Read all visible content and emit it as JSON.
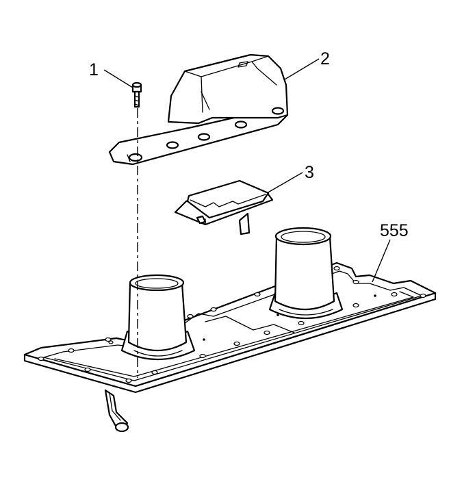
{
  "diagram": {
    "callouts": [
      {
        "id": "bolt",
        "label": "1"
      },
      {
        "id": "cover",
        "label": "2"
      },
      {
        "id": "insulator",
        "label": "3"
      },
      {
        "id": "valley-plate",
        "label": "555"
      }
    ]
  }
}
